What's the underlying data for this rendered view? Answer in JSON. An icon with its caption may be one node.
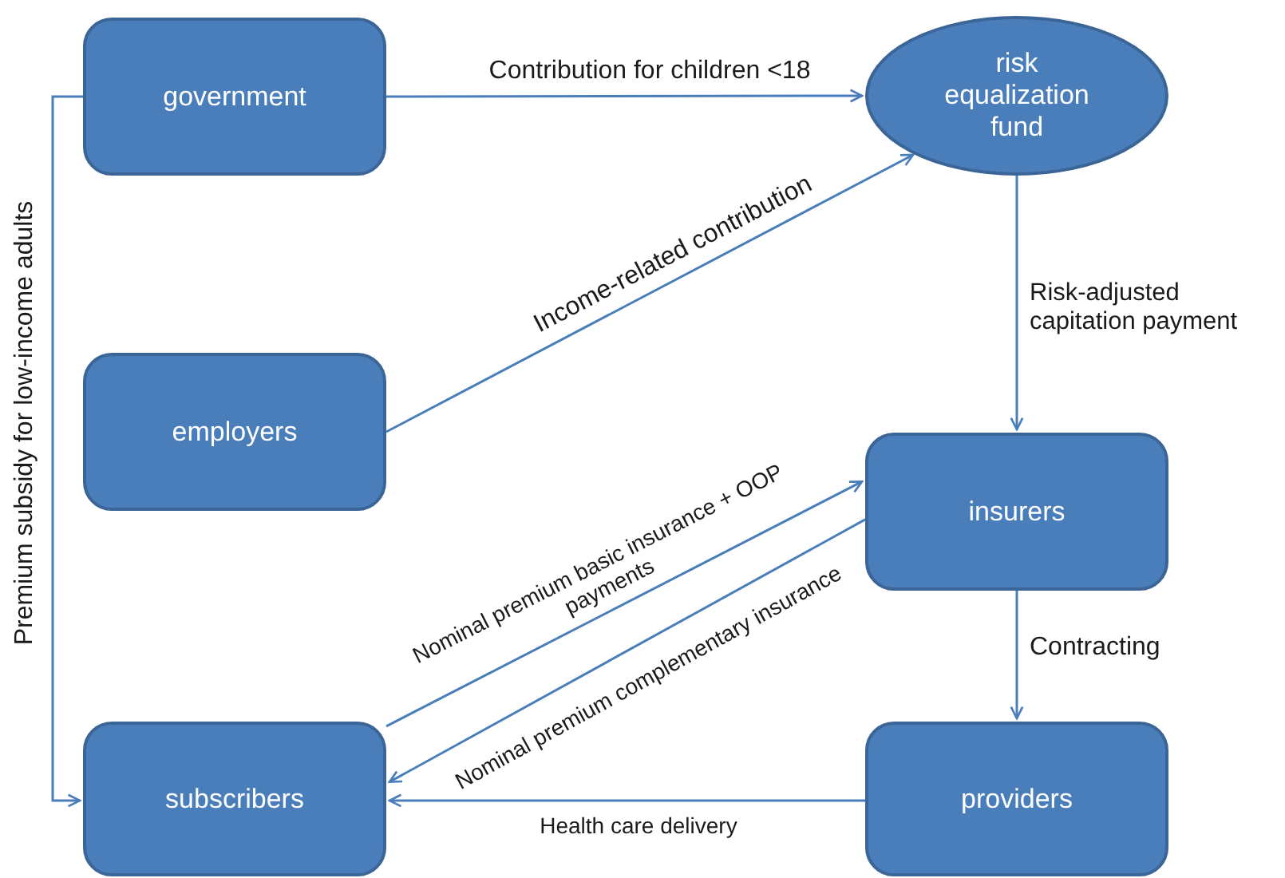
{
  "diagram": {
    "nodes": [
      {
        "text": [
          "government"
        ]
      },
      {
        "text": [
          "employers"
        ]
      },
      {
        "text": [
          "risk equalization fund"
        ]
      },
      {
        "text": [
          "insurers"
        ]
      },
      {
        "text": [
          "subscribers"
        ]
      },
      {
        "text": [
          "providers"
        ]
      }
    ],
    "edges": [
      {
        "from": 0,
        "to": 2,
        "arrow": "to",
        "label": "Contribution for children <18"
      },
      {
        "from": 1,
        "to": 2,
        "arrow": "to",
        "label": "Income-related contribution"
      },
      {
        "from": 2,
        "to": 3,
        "arrow": "to",
        "label": "Risk-adjusted capitation payment"
      },
      {
        "from": 4,
        "to": 3,
        "arrow": "to",
        "label": "Nominal premium basic insurance + OOP payments"
      },
      {
        "from": 3,
        "to": 4,
        "arrow": "to",
        "label": "Nominal premium complementary insurance"
      },
      {
        "from": 3,
        "to": 5,
        "arrow": "to",
        "label": "Contracting"
      },
      {
        "from": 5,
        "to": 4,
        "arrow": "to",
        "label": "Health care delivery"
      },
      {
        "from": 0,
        "to": 4,
        "arrow": "to",
        "label": "Premium subsidy for low-income adults"
      }
    ]
  }
}
